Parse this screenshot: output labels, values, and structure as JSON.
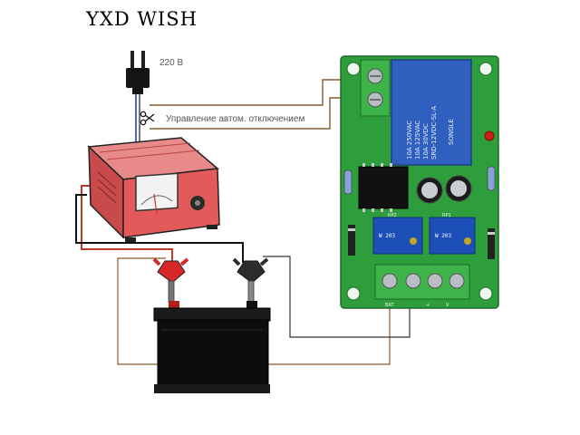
{
  "brand": "YXD WISH",
  "labels": {
    "mains_voltage": "220 В",
    "auto_shutoff_control": "Управление автом. отключением"
  },
  "board": {
    "relay_lines": [
      "10A 250VAC",
      "10A 125VAC",
      "10A 30VDC",
      "SRD-12VDC-SL-A"
    ],
    "relay_brand": "SONGLE",
    "pot_labels": [
      "RP2",
      "RP1"
    ],
    "pot_codes": [
      "W 203",
      "W 203"
    ],
    "terminal_labels": [
      "BAT",
      "+",
      "V"
    ]
  },
  "icons": [
    "plug-icon",
    "scissors-icon",
    "battery-charger",
    "car-battery",
    "alligator-clip",
    "relay-module"
  ],
  "colors": {
    "pcb": "#2e9e3c",
    "relay": "#2f5fbf",
    "charger_body": "#e25a5a",
    "wire_brown": "#8b5a2b",
    "wire_red": "#c0392b",
    "wire_blue": "#1f3fbf",
    "battery": "#111111"
  }
}
